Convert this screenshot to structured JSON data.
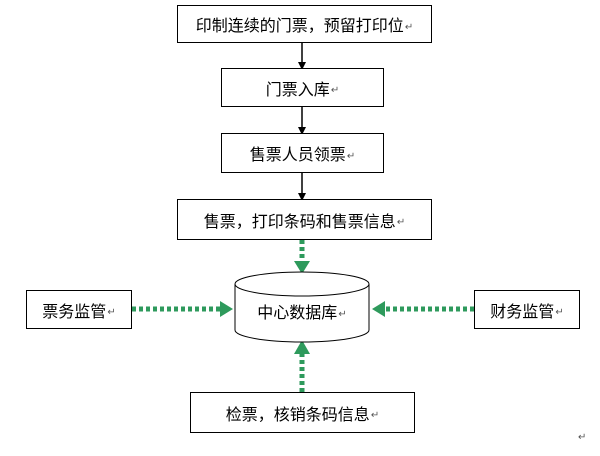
{
  "diagram": {
    "nodes": {
      "print": "印制连续的门票，预留打印位",
      "stock": "门票入库",
      "collect": "售票人员领票",
      "sell": "售票，打印条码和售票信息",
      "database": "中心数据库",
      "ticket_supervision": "票务监管",
      "finance_supervision": "财务监管",
      "check": "检票，核销条码信息"
    },
    "paragraph_mark": "↵",
    "colors": {
      "border": "#000000",
      "solid_arrow": "#000000",
      "dotted_arrow": "#2e9a5c"
    }
  }
}
